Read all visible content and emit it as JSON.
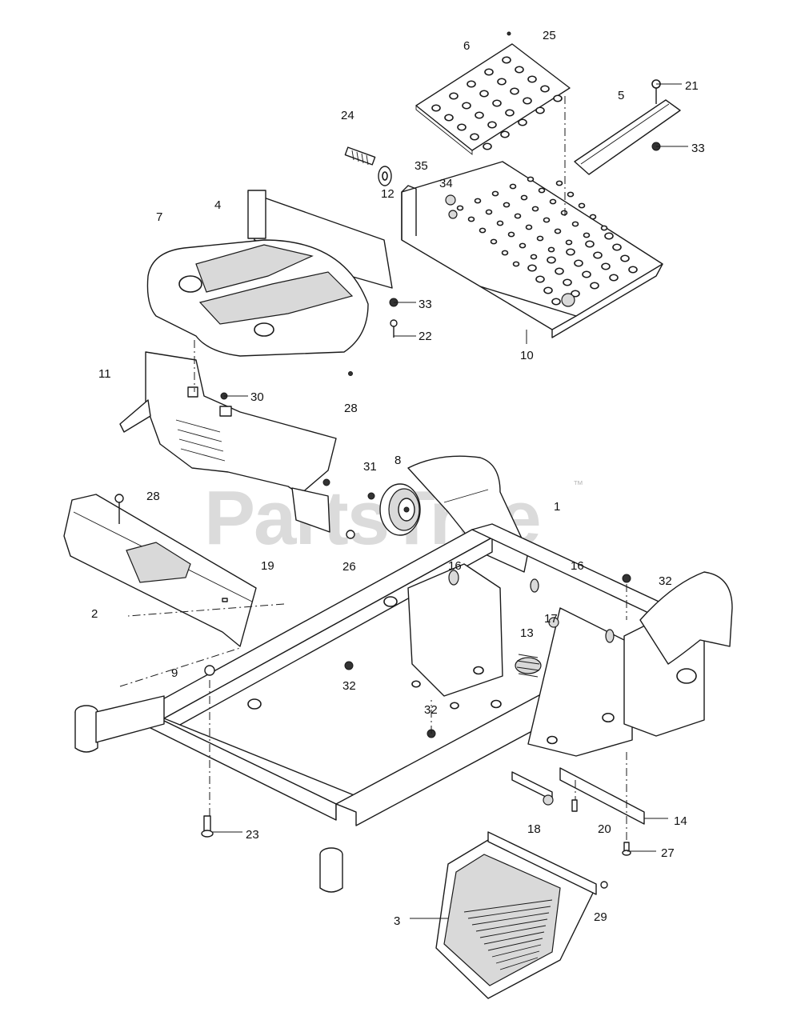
{
  "watermark": {
    "text": "PartsTree",
    "trademark": "™"
  },
  "callouts": [
    {
      "label": "1"
    },
    {
      "label": "2"
    },
    {
      "label": "3"
    },
    {
      "label": "4"
    },
    {
      "label": "5"
    },
    {
      "label": "6"
    },
    {
      "label": "7"
    },
    {
      "label": "8"
    },
    {
      "label": "9"
    },
    {
      "label": "10"
    },
    {
      "label": "11"
    },
    {
      "label": "12"
    },
    {
      "label": "13"
    },
    {
      "label": "14"
    },
    {
      "label": "16"
    },
    {
      "label": "16"
    },
    {
      "label": "17"
    },
    {
      "label": "18"
    },
    {
      "label": "19"
    },
    {
      "label": "20"
    },
    {
      "label": "21"
    },
    {
      "label": "22"
    },
    {
      "label": "23"
    },
    {
      "label": "24"
    },
    {
      "label": "25"
    },
    {
      "label": "26"
    },
    {
      "label": "27"
    },
    {
      "label": "28"
    },
    {
      "label": "28"
    },
    {
      "label": "29"
    },
    {
      "label": "30"
    },
    {
      "label": "31"
    },
    {
      "label": "32"
    },
    {
      "label": "32"
    },
    {
      "label": "32"
    },
    {
      "label": "33"
    },
    {
      "label": "33"
    },
    {
      "label": "34"
    },
    {
      "label": "35"
    }
  ]
}
